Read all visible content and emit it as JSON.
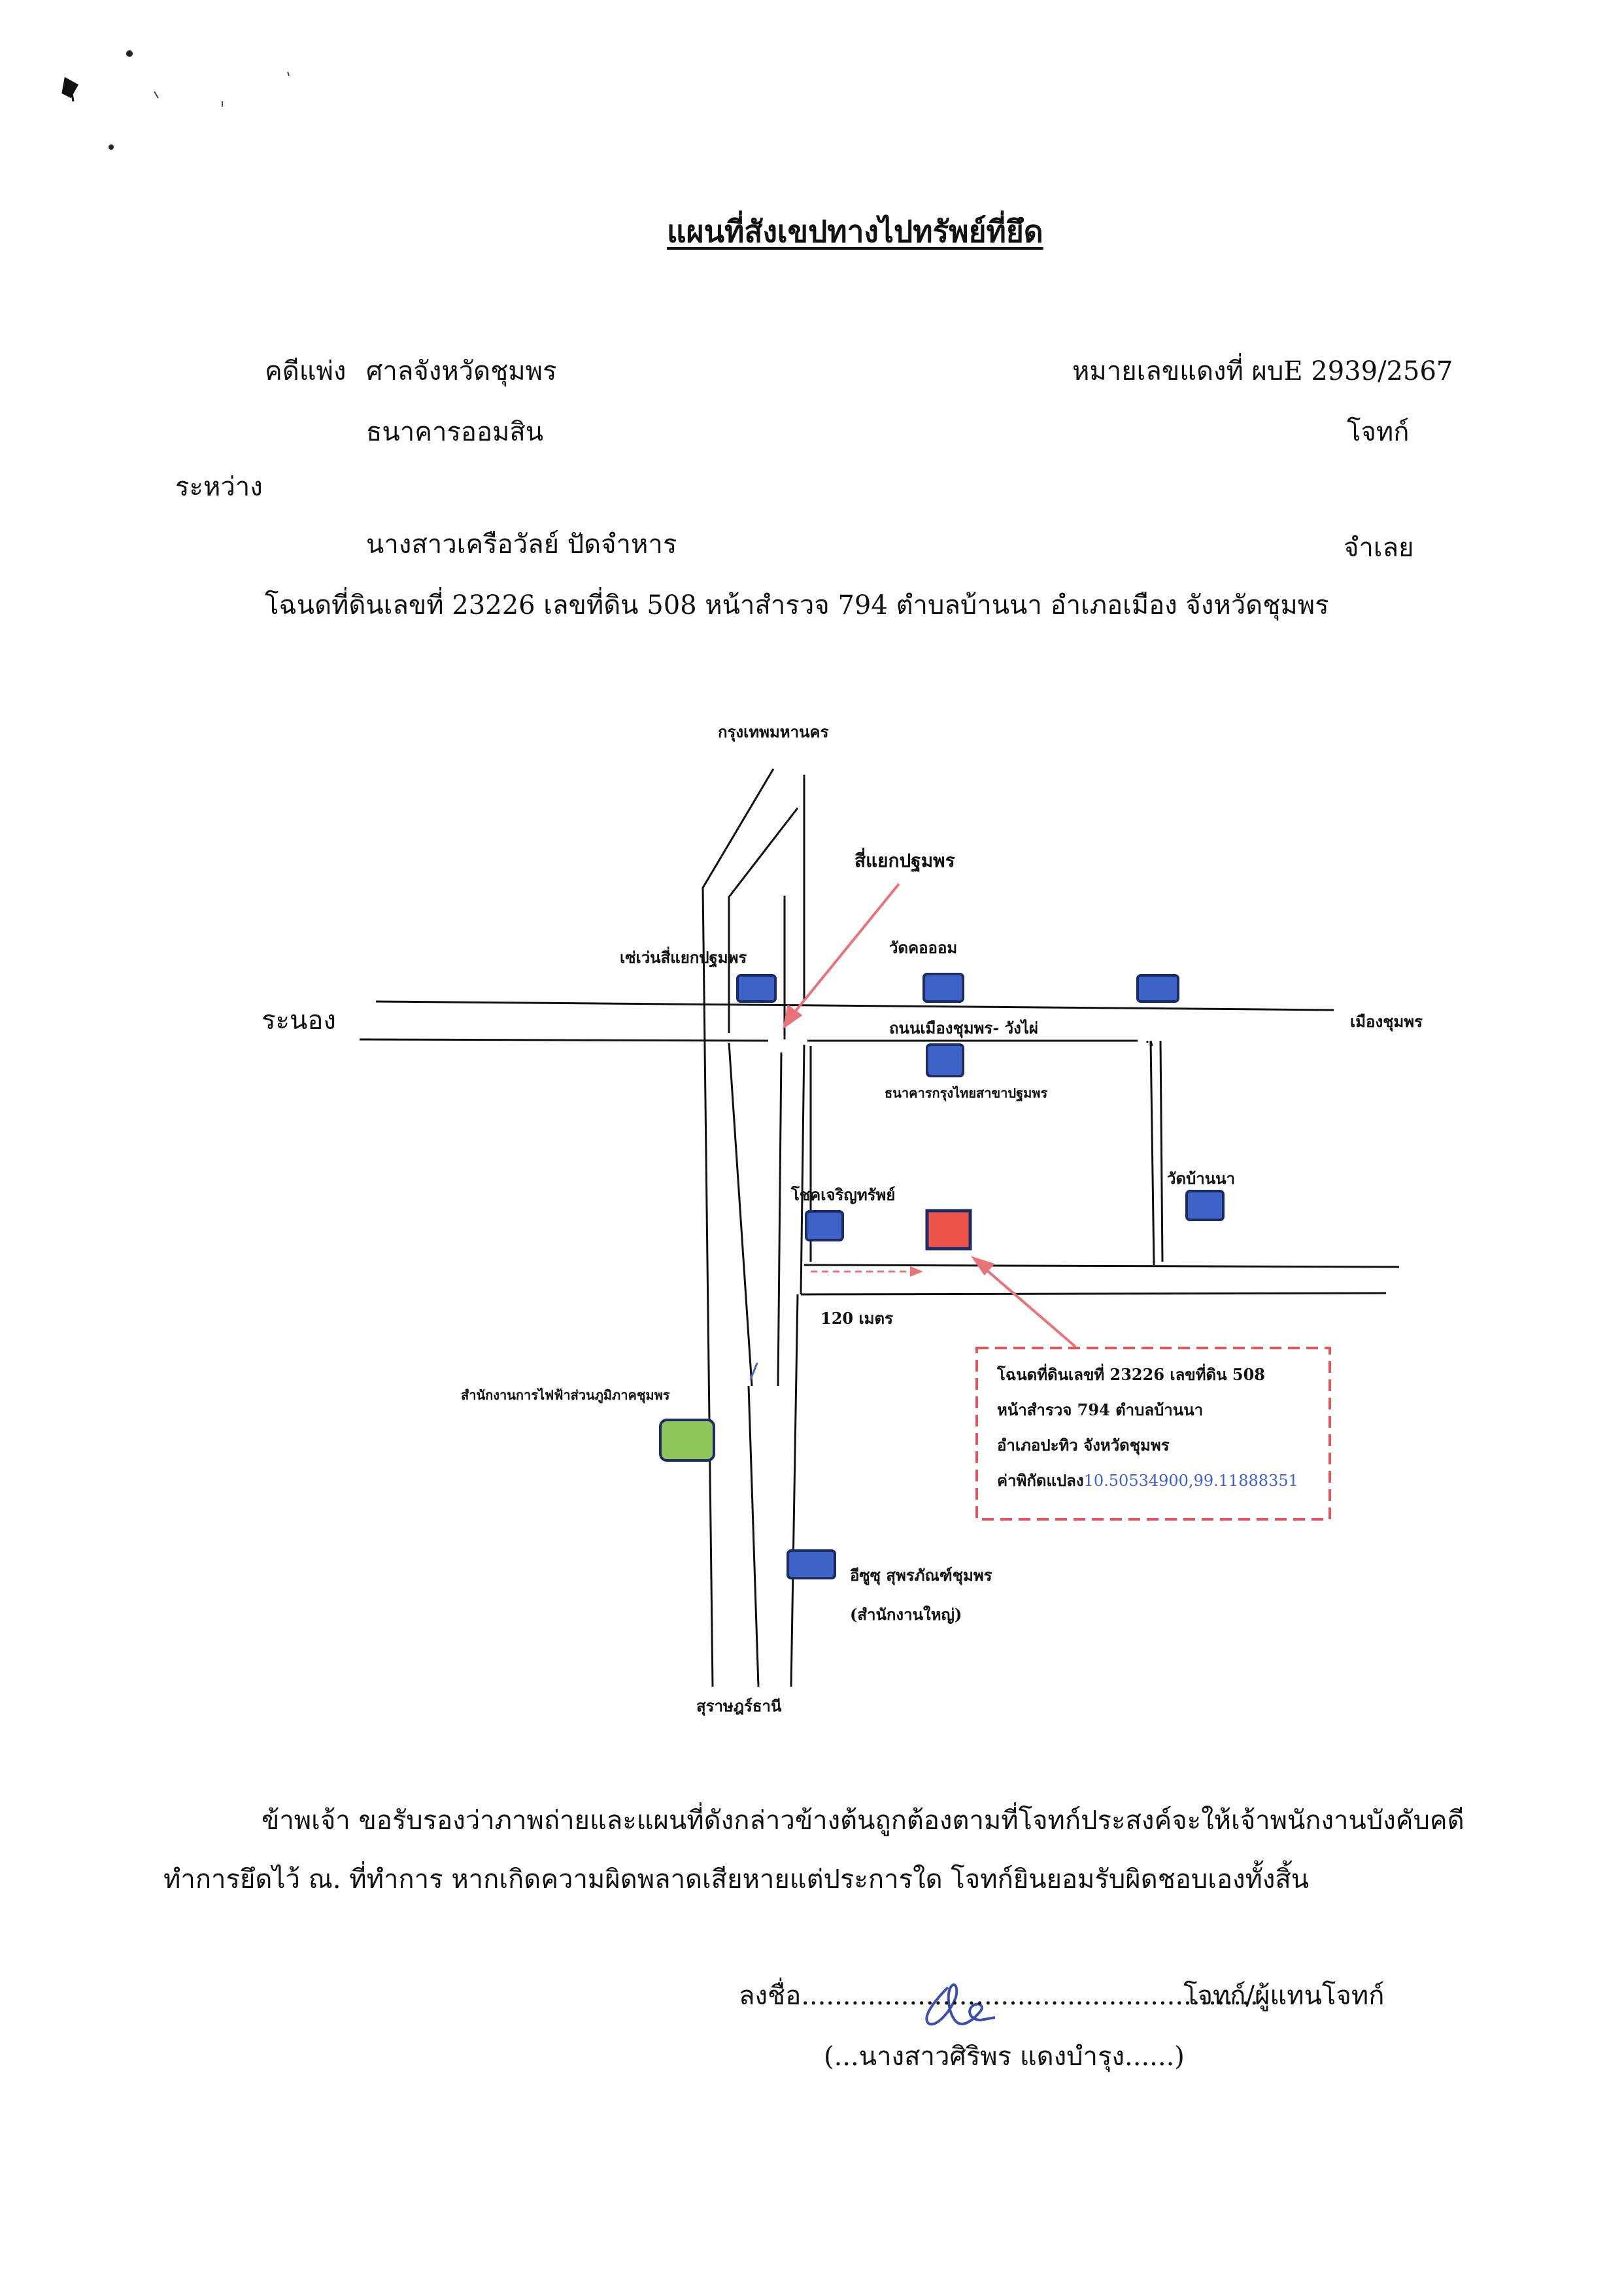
{
  "document": {
    "title": "แผนที่สังเขปทางไปทรัพย์ที่ยึด",
    "case_type": "คดีแพ่ง",
    "court": "ศาลจังหวัดชุมพร",
    "case_number": "หมายเลขแดงที่ ผบE 2939/2567",
    "plaintiff_name": "ธนาคารออมสิน",
    "plaintiff_role": "โจทก์",
    "between": "ระหว่าง",
    "defendant_name": "นางสาวเครือวัลย์ ปัดจำหาร",
    "defendant_role": "จำเลย",
    "deed_line": "โฉนดที่ดินเลขที่ 23226 เลขที่ดิน 508 หน้าสำรวจ 794 ตำบลบ้านนา อำเภอเมือง จังหวัดชุมพร"
  },
  "map": {
    "north": "กรุงเทพมหานคร",
    "south": "สุราษฎร์ธานี",
    "west": "ระนอง",
    "east": "เมืองชุมพร",
    "intersection": "สี่แยกปฐมพร",
    "road": "ถนนเมืองชุมพร- วังไผ่",
    "distance": "120 เมตร",
    "places": {
      "seven_eleven": "เซ่เว่นสี่แยกปฐมพร",
      "temple_khoom": "วัดคอออม",
      "ktb_bank": "ธนาคารกรุงไทยสาขาปฐมพร",
      "chok_charoen": "โชคเจริญทรัพย์",
      "wat_ban_na": "วัดบ้านนา",
      "electricity": "สำนักงานการไฟฟ้าส่วนภูมิภาคชุมพร",
      "isuzu": "อีซูซุ สุพรภัณฑ์ชุมพร",
      "isuzu_sub": "(สำนักงานใหญ่)"
    },
    "callout": {
      "line1": "โฉนดที่ดินเลขที่ 23226 เลขที่ดิน 508",
      "line2": "หน้าสำรวจ 794 ตำบลบ้านนา",
      "line3": "อำเภอปะทิว จังหวัดชุมพร",
      "line4_label": "ค่าพิกัดแปลง",
      "line4_coord": "10.50534900,99.11888351"
    },
    "colors": {
      "building": "#3d63c9",
      "target": "#f0534c",
      "electricity": "#8fc45a",
      "arrow": "#e8747a",
      "callout_border": "#e0565c"
    }
  },
  "certification": {
    "line1": "ข้าพเจ้า ขอรับรองว่าภาพถ่ายและแผนที่ดังกล่าวข้างต้นถูกต้องตามที่โจทก์ประสงค์จะให้เจ้าพนักงานบังคับคดี",
    "line2": "ทำการยึดไว้ ณ. ที่ทำการ หากเกิดความผิดพลาดเสียหายแต่ประการใด โจทก์ยินยอมรับผิดชอบเองทั้งสิ้น",
    "sign_label": "ลงชื่อ.......................................................",
    "sign_role": "โจทก์/ผู้แทนโจทก์",
    "signer": "(...นางสาวศิริพร แดงบำรุง......)"
  }
}
